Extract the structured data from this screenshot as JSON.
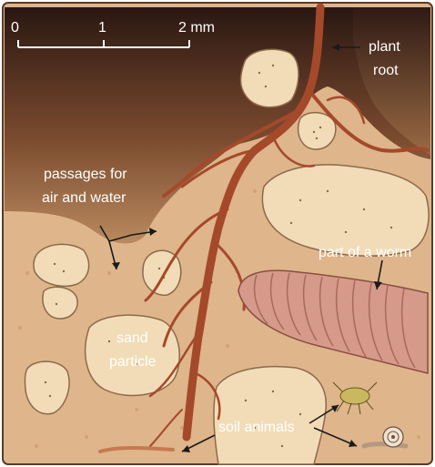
{
  "scale_bar": {
    "ticks": [
      "0",
      "1",
      "2 mm"
    ]
  },
  "labels": {
    "plant_root": [
      "plant",
      "root"
    ],
    "passages": [
      "passages for",
      "air and water"
    ],
    "worm": "part of a worm",
    "sand": [
      "sand",
      "particle"
    ],
    "soil_animals": "soil animals"
  },
  "colors": {
    "soil": "#dfb58b",
    "soil_dark": "#3a2218",
    "root": "#a5492b",
    "sand_grain": "#f1dcb7",
    "worm": "#d59a8a",
    "label_text": "#ffffff"
  }
}
